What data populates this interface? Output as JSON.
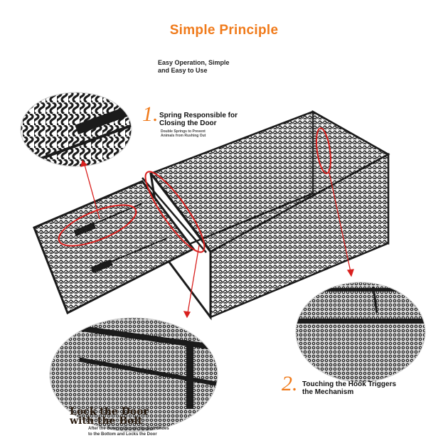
{
  "header": {
    "title": "Simple Principle",
    "subtitle": "Easy Operation, Simple\n and Easy to Use"
  },
  "callout_1": {
    "number": "1.",
    "text": "Spring Responsible for\n Closing the Door",
    "note": "Double Springs to Prevent\nAnimals from Rushing Out"
  },
  "callout_2": {
    "number": "2.",
    "text": "Touching the Hook Triggers\n the Mechanism"
  },
  "callout_lock": {
    "title": "Lock the Door\n   with the Bolt",
    "note": "After the Door is Closed, the Bolt Slides\n  to the Bottom and Locks the Door"
  },
  "colors": {
    "accent": "#f07a1a",
    "highlight": "#d9201e",
    "cage": "#1b1b1b"
  }
}
